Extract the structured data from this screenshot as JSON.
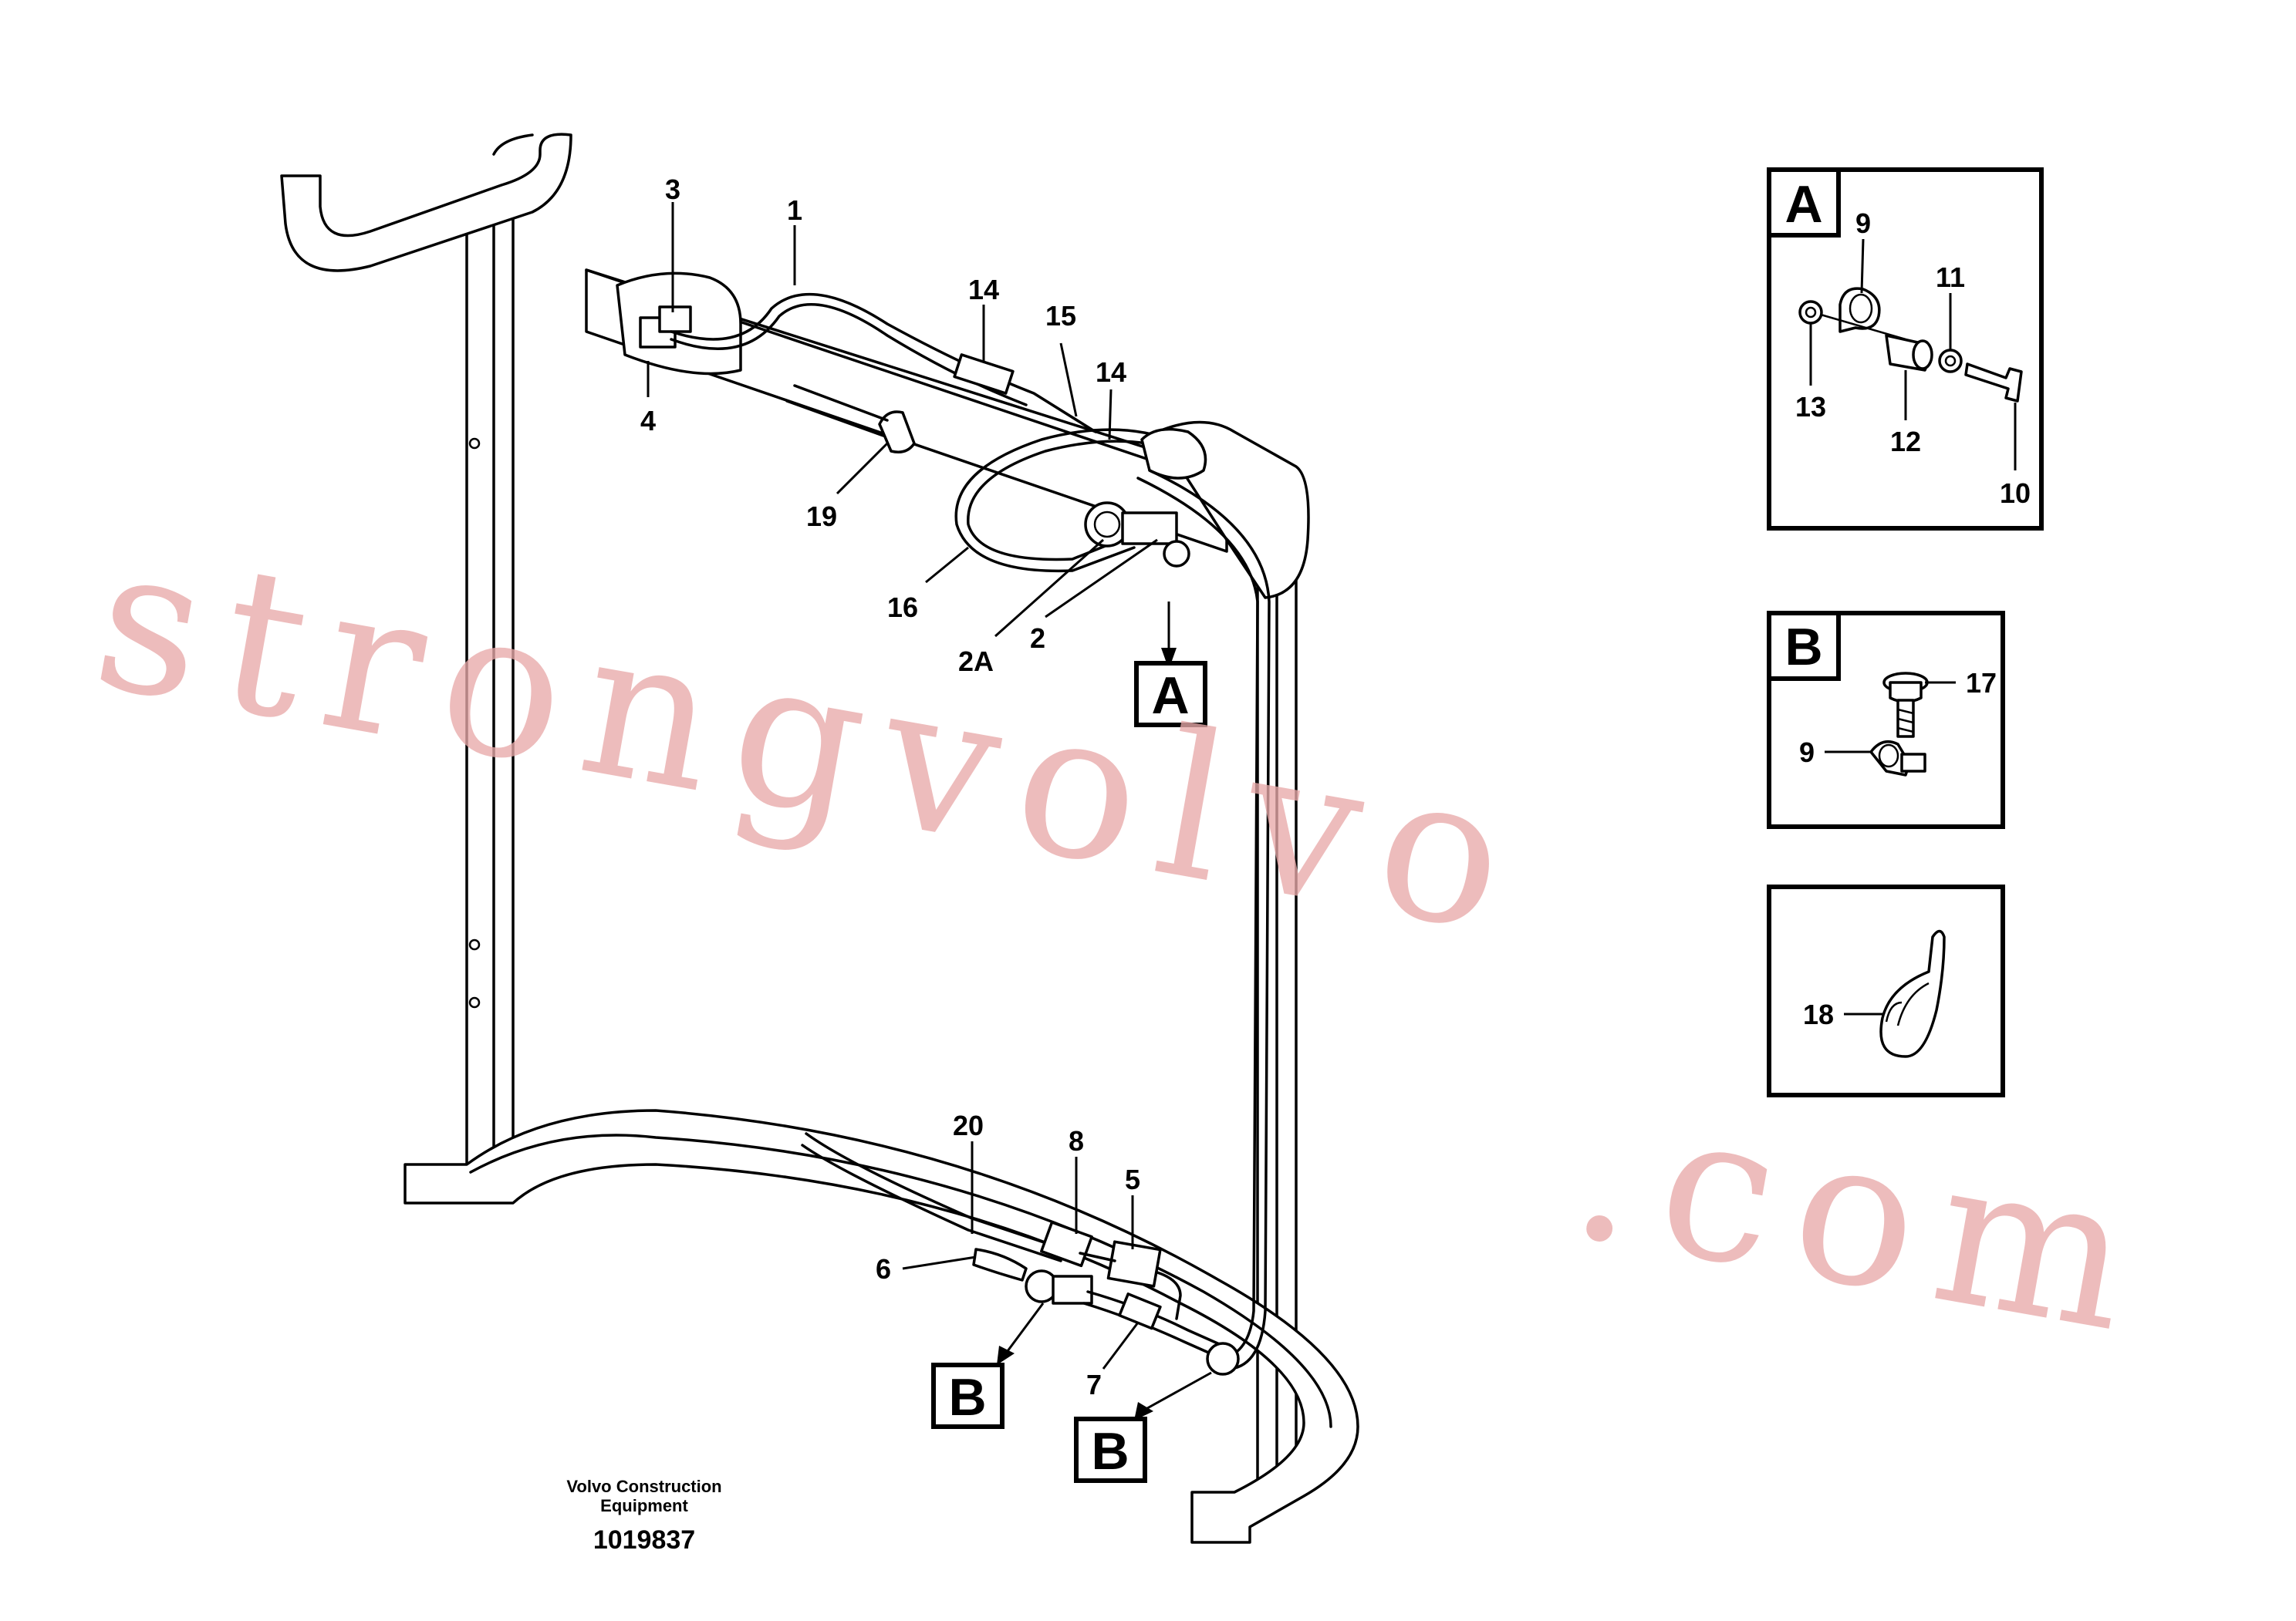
{
  "diagram": {
    "part_labels": {
      "p1": "1",
      "p2": "2",
      "p2a": "2A",
      "p3": "3",
      "p4": "4",
      "p5": "5",
      "p6": "6",
      "p7": "7",
      "p8": "8",
      "p14a": "14",
      "p14b": "14",
      "p15": "15",
      "p16": "16",
      "p19": "19",
      "p20": "20"
    },
    "detail_refs": {
      "a": "A",
      "b1": "B",
      "b2": "B"
    },
    "detail_a": {
      "title": "A",
      "labels": {
        "p9": "9",
        "p10": "10",
        "p11": "11",
        "p12": "12",
        "p13": "13"
      }
    },
    "detail_b": {
      "title": "B",
      "labels": {
        "p17": "17",
        "p9": "9"
      }
    },
    "detail_c": {
      "labels": {
        "p18": "18"
      }
    },
    "footer": {
      "company_line1": "Volvo Construction",
      "company_line2": "Equipment",
      "drawing_number": "1019837"
    },
    "watermark": {
      "line1": "strongvolvo",
      "line2": ".com",
      "color": "#e8a9a9"
    }
  }
}
